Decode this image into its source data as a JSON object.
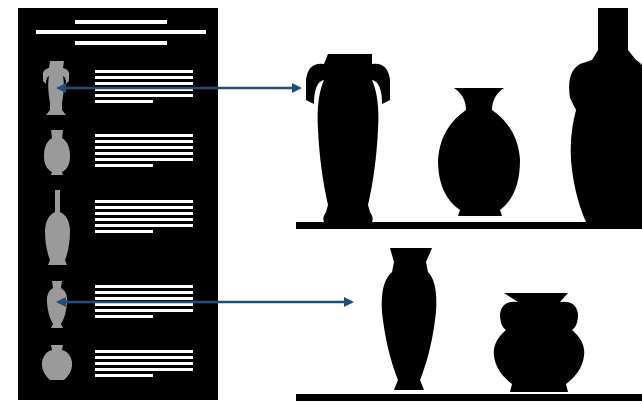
{
  "panel": {
    "background": "#000000",
    "text_color": "#ffffff",
    "vase_color": "#9a9a9a",
    "items": [
      {
        "icon": "amphora-icon"
      },
      {
        "icon": "hydria-icon"
      },
      {
        "icon": "lekythos-icon"
      },
      {
        "icon": "amphoriskos-icon"
      },
      {
        "icon": "stamnos-icon"
      }
    ]
  },
  "shelves": {
    "color": "#000000",
    "top_vases": [
      "amphora-silhouette",
      "globular-jar-silhouette",
      "tall-amphora-silhouette"
    ],
    "bottom_vases": [
      "slender-amphora-silhouette",
      "stamnos-silhouette"
    ]
  },
  "connectors": {
    "color": "#1f4e79",
    "links": [
      {
        "from": "amphora-icon",
        "to": "amphora-silhouette"
      },
      {
        "from": "amphoriskos-icon",
        "to": "slender-amphora-silhouette"
      }
    ]
  }
}
